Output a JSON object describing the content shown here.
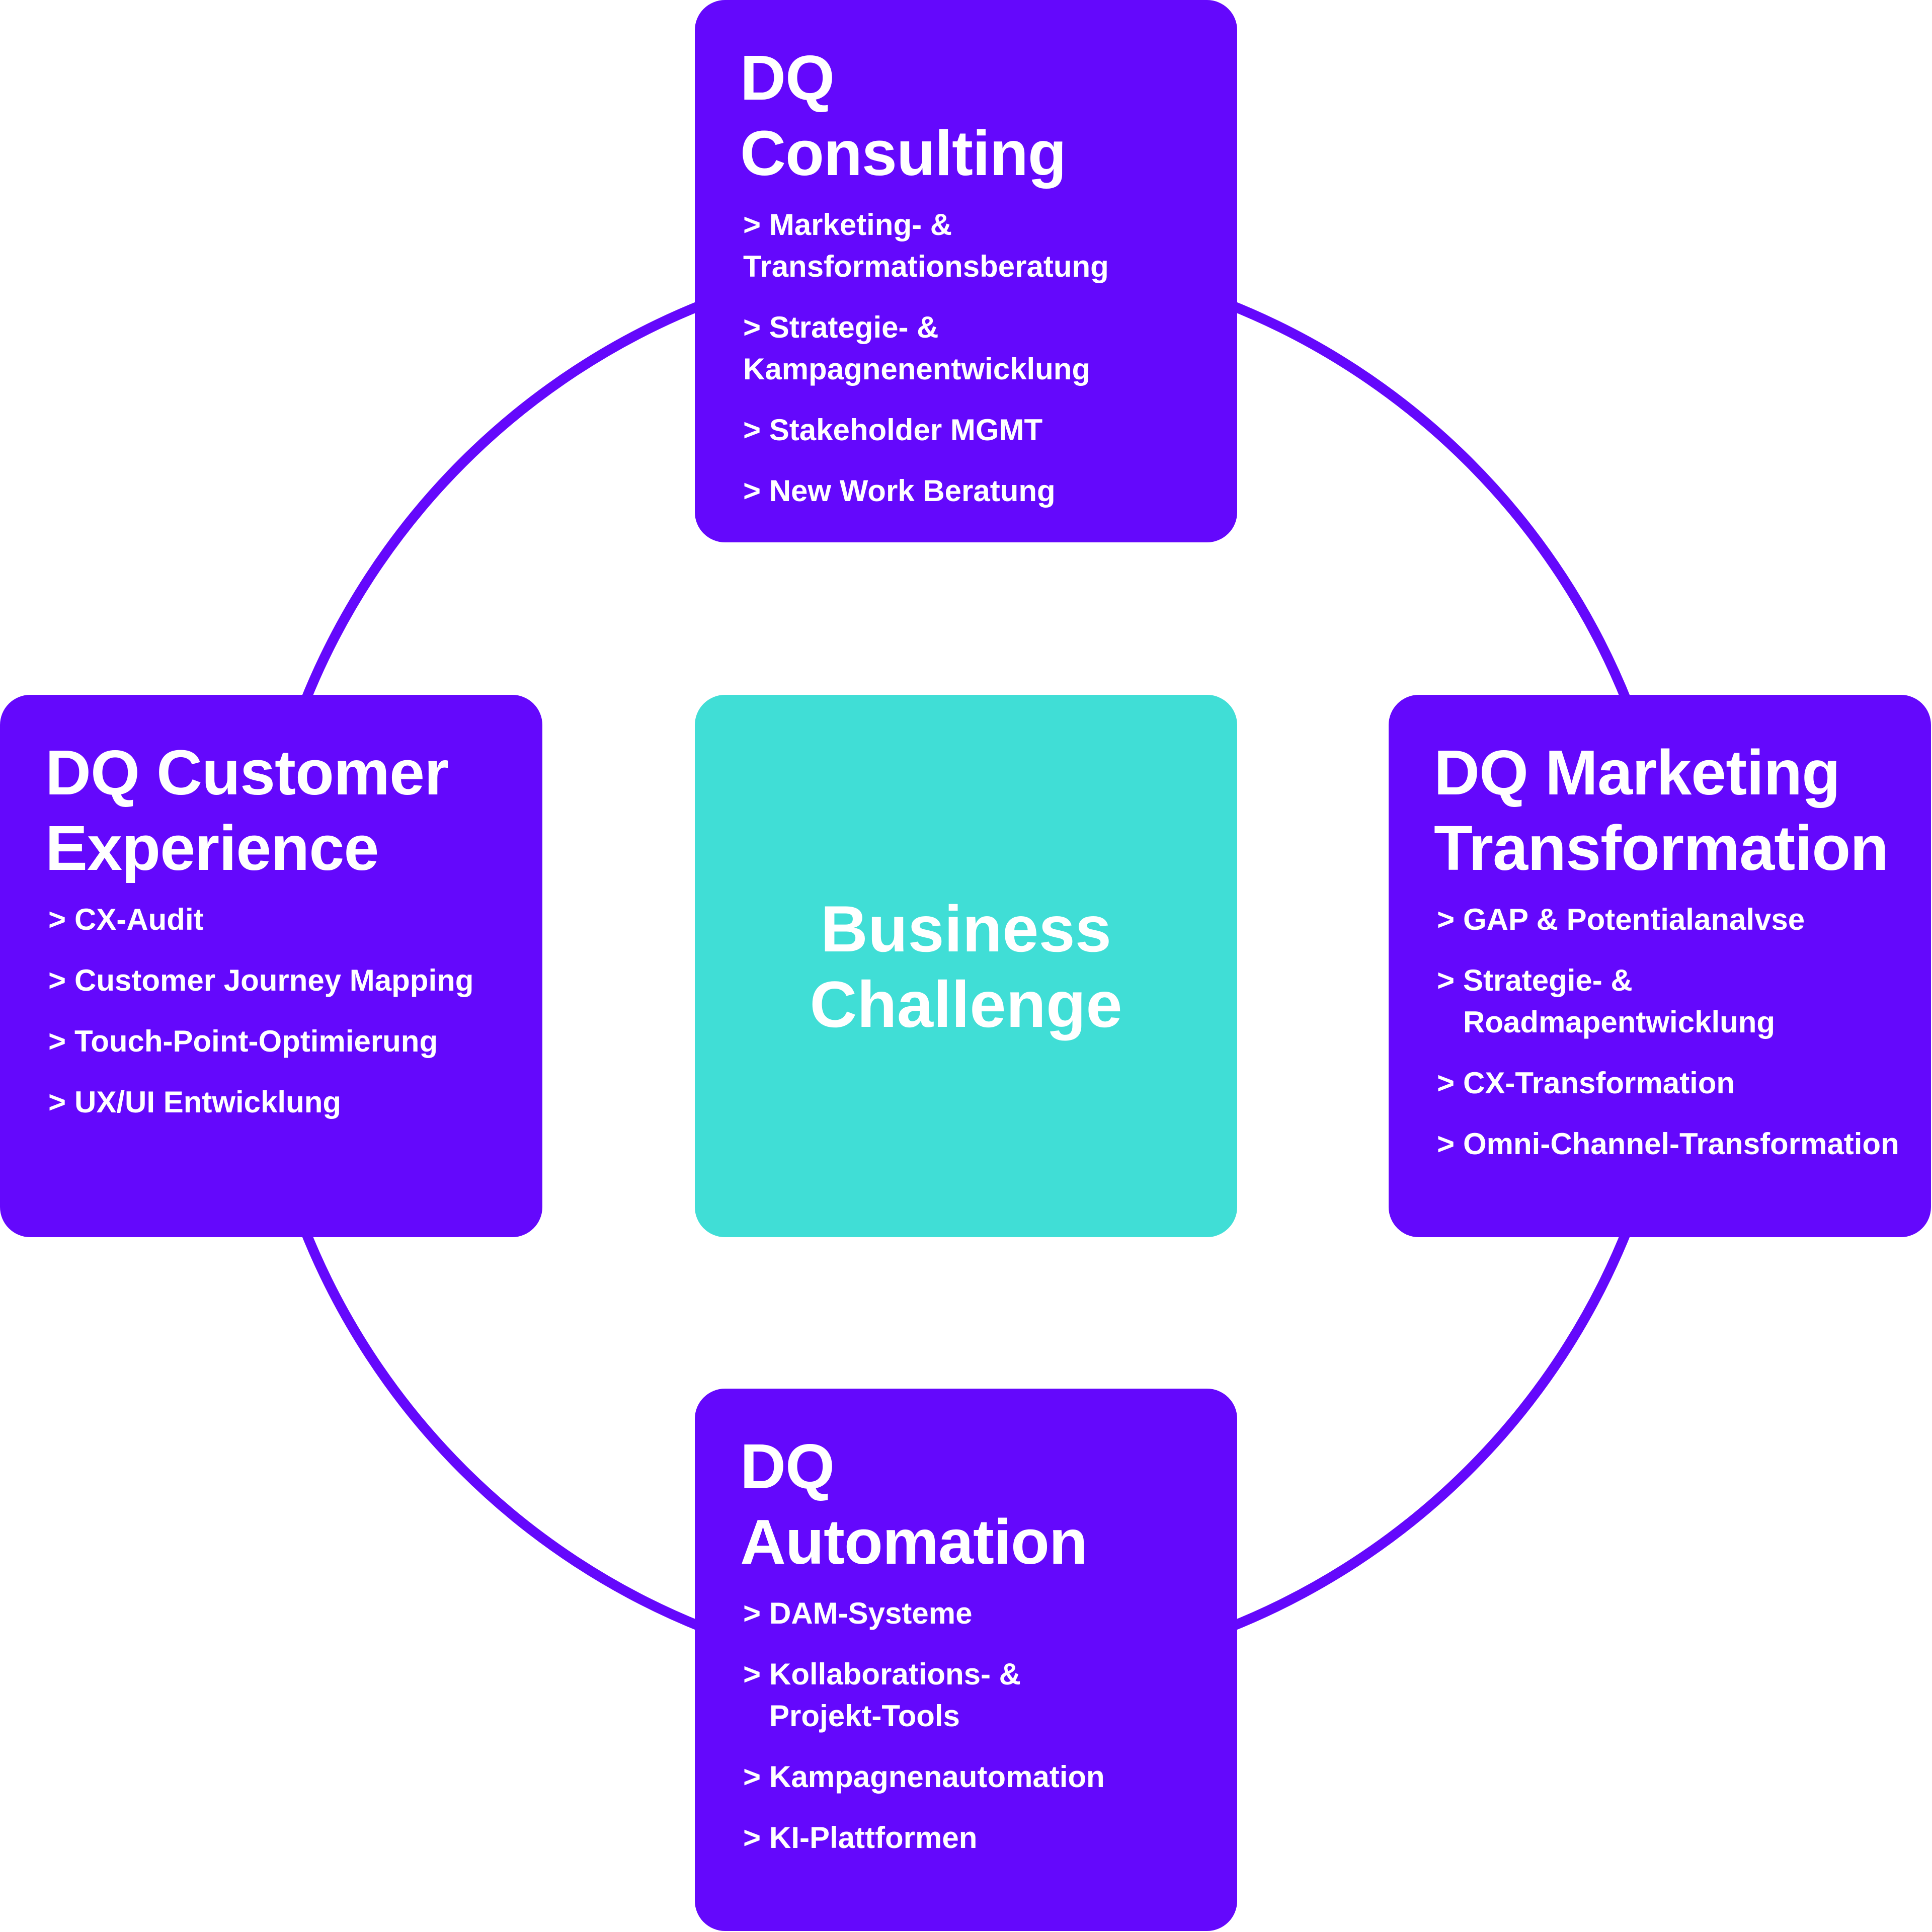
{
  "colors": {
    "accent_purple": "#6408fc",
    "center_teal": "#40ded6",
    "text_white": "#ffffff",
    "background": "#ffffff"
  },
  "center": {
    "line1": "Business",
    "line2": "Challenge"
  },
  "consulting": {
    "title_line1": "DQ",
    "title_line2": "Consulting",
    "items": [
      {
        "marker": ">",
        "label": "Marketing- &\nTransformationsberatung"
      },
      {
        "marker": ">",
        "label": "Strategie- &\nKampagnenentwicklung"
      },
      {
        "marker": ">",
        "label": "Stakeholder MGMT"
      },
      {
        "marker": ">",
        "label": "New Work Beratung"
      }
    ]
  },
  "customer_experience": {
    "title_line1": "DQ Customer",
    "title_line2": "Experience",
    "items": [
      {
        "marker": ">",
        "label": "CX-Audit"
      },
      {
        "marker": ">",
        "label": "Customer Journey Mapping"
      },
      {
        "marker": ">",
        "label": "Touch-Point-Optimierung"
      },
      {
        "marker": ">",
        "label": "UX/UI Entwicklung"
      }
    ]
  },
  "marketing_transformation": {
    "title_line1": "DQ Marketing",
    "title_line2": "Transformation",
    "items": [
      {
        "marker": ">",
        "label": "GAP & Potentialanalvse"
      },
      {
        "marker": ">",
        "label": "Strategie- &\nRoadmapentwicklung"
      },
      {
        "marker": ">",
        "label": "CX-Transformation"
      },
      {
        "marker": ">",
        "label": "Omni-Channel-Transformation"
      }
    ]
  },
  "automation": {
    "title_line1": "DQ",
    "title_line2": "Automation",
    "items": [
      {
        "marker": ">",
        "label": "DAM-Systeme"
      },
      {
        "marker": ">",
        "label": "Kollaborations- &\nProjekt-Tools"
      },
      {
        "marker": ">",
        "label": "Kampagnenautomation"
      },
      {
        "marker": ">",
        "label": "KI-Plattformen"
      }
    ]
  }
}
